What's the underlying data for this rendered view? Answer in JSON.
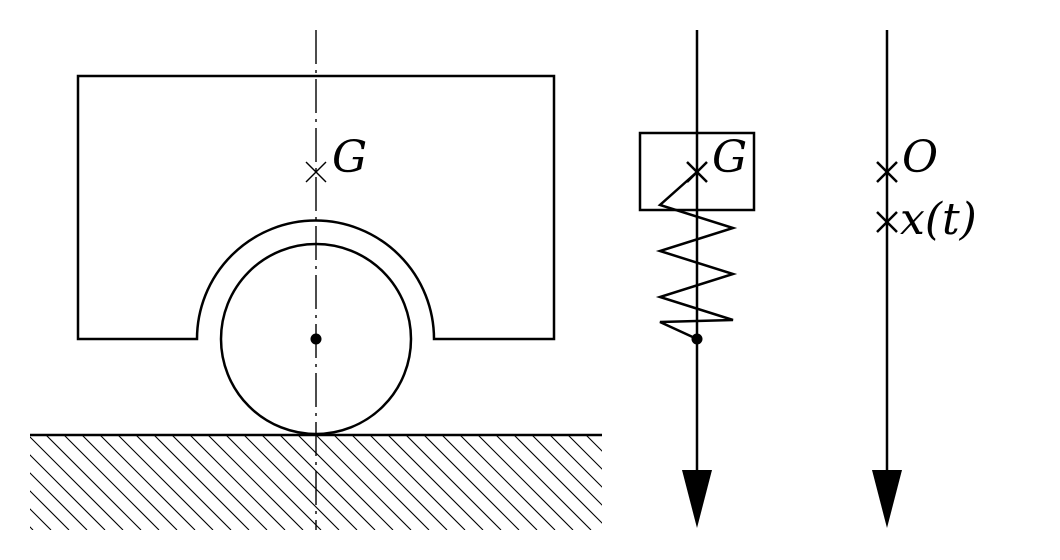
{
  "labels": {
    "car_cg": "G",
    "model_cg": "G",
    "origin": "O",
    "position": "x(t)"
  },
  "colors": {
    "ink": "#000000",
    "background": "#ffffff"
  }
}
